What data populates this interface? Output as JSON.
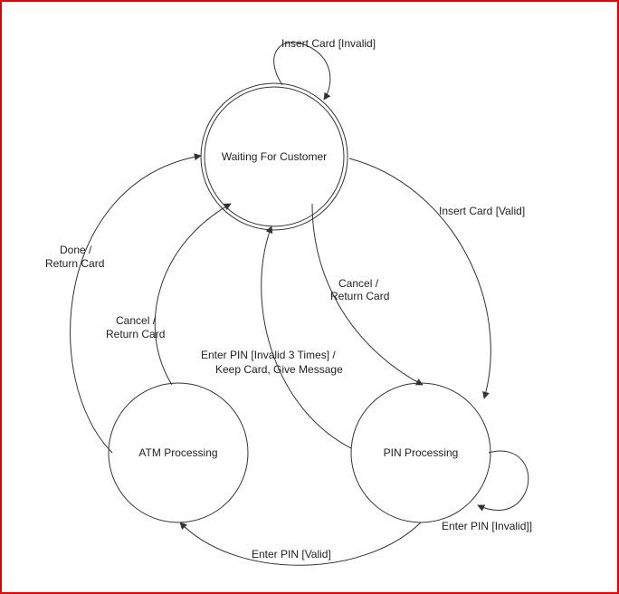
{
  "colors": {
    "frame_border": "#e00000",
    "stroke": "#333333",
    "text": "#222222"
  },
  "states": {
    "waiting": "Waiting For Customer",
    "atm": "ATM Processing",
    "pin": "PIN Processing"
  },
  "transitions": {
    "insert_invalid": "Insert Card [Invalid]",
    "insert_valid": "Insert Card [Valid]",
    "cancel_pin_1": "Cancel /",
    "cancel_pin_2": "Return Card",
    "done_1": "Done /",
    "done_2": "Return Card",
    "cancel_atm_1": "Cancel /",
    "cancel_atm_2": "Return Card",
    "pin_3times_1": "Enter PIN [Invalid 3 Times] /",
    "pin_3times_2": "Keep Card, Give Message",
    "pin_invalid": "Enter PIN [Invalid]]",
    "pin_valid": "Enter PIN [Valid]"
  }
}
